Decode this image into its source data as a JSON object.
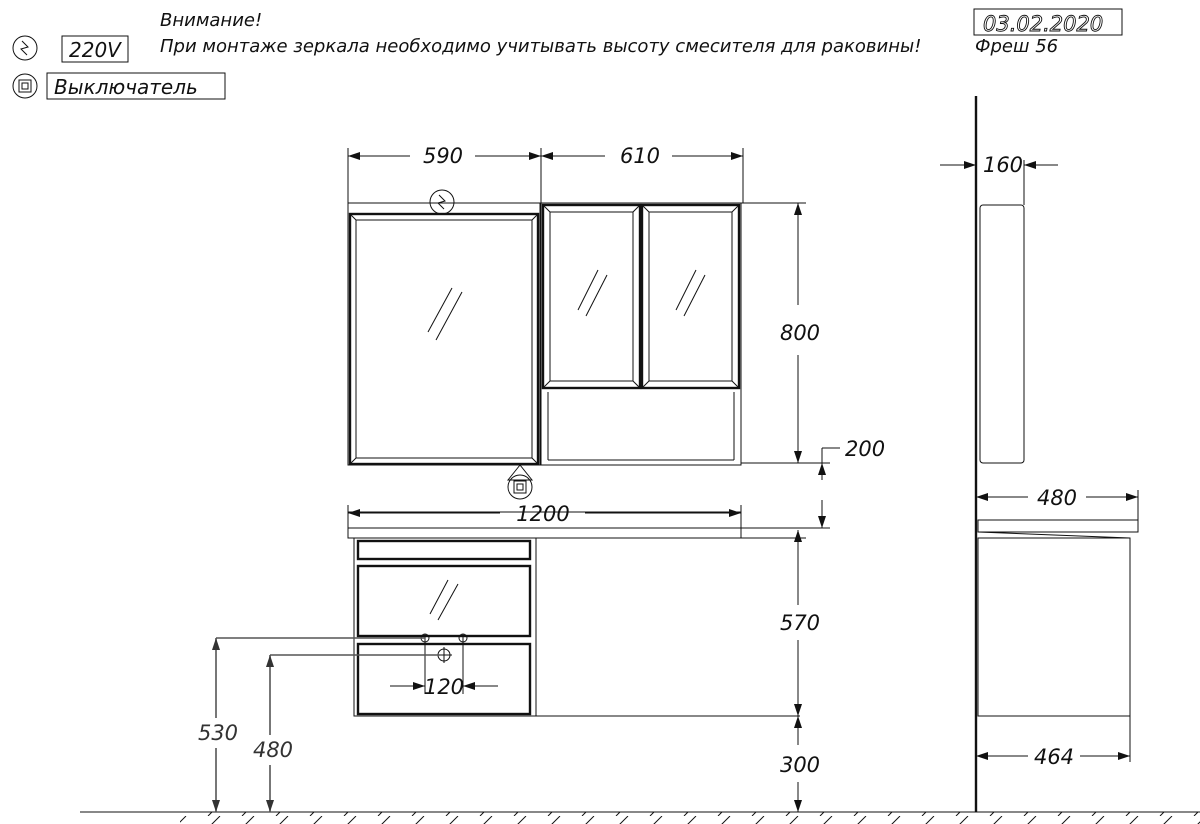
{
  "header": {
    "warning_title": "Внимание!",
    "warning_text": "При монтаже зеркала необходимо учитывать высоту смесителя для раковины!",
    "date": "03.02.2020",
    "model": "Фреш 56"
  },
  "legend": {
    "power_label": "220V",
    "switch_label": "Выключатель"
  },
  "dimensions": {
    "mirror_width": "590",
    "cabinet_width": "610",
    "mirror_height": "800",
    "gap_to_top": "200",
    "top_width": "1200",
    "vanity_height": "570",
    "floor_gap": "300",
    "pipe_spacing": "120",
    "side_depth_mirror": "160",
    "side_depth_top": "480",
    "side_depth_vanity": "464",
    "drain_height": "480",
    "supply_height": "530"
  }
}
